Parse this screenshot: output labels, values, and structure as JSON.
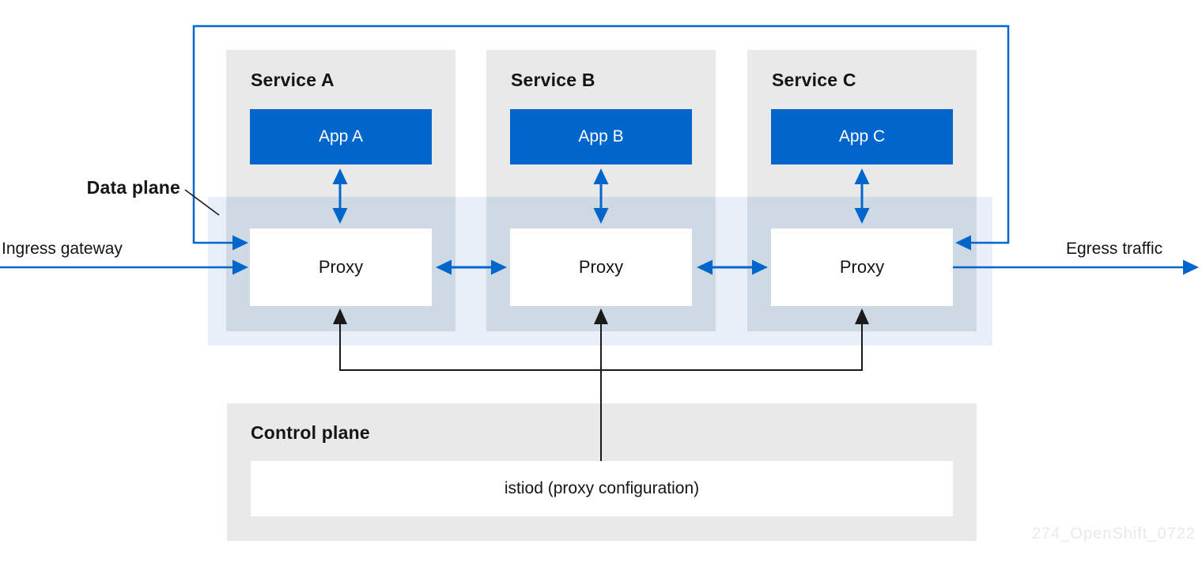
{
  "diagram": {
    "title_context": "Istio service mesh data plane / control plane diagram",
    "labels": {
      "data_plane": "Data plane",
      "control_plane": "Control plane",
      "ingress": "Ingress gateway",
      "egress": "Egress traffic",
      "istiod": "istiod (proxy configuration)"
    },
    "services": [
      {
        "title": "Service A",
        "app": "App A",
        "proxy": "Proxy"
      },
      {
        "title": "Service B",
        "app": "App B",
        "proxy": "Proxy"
      },
      {
        "title": "Service C",
        "app": "App C",
        "proxy": "Proxy"
      }
    ],
    "watermark": "274_OpenShift_0722",
    "colors": {
      "accent_blue": "#0066cc",
      "service_gray": "#e9e9e9",
      "data_plane_band": "#e8eff8",
      "band_column_overlap": "#cfd9e3",
      "box_white": "#ffffff",
      "text_black": "#151515",
      "connector_black": "#1a1a1a",
      "watermark_gray": "#e9e9ed"
    }
  }
}
